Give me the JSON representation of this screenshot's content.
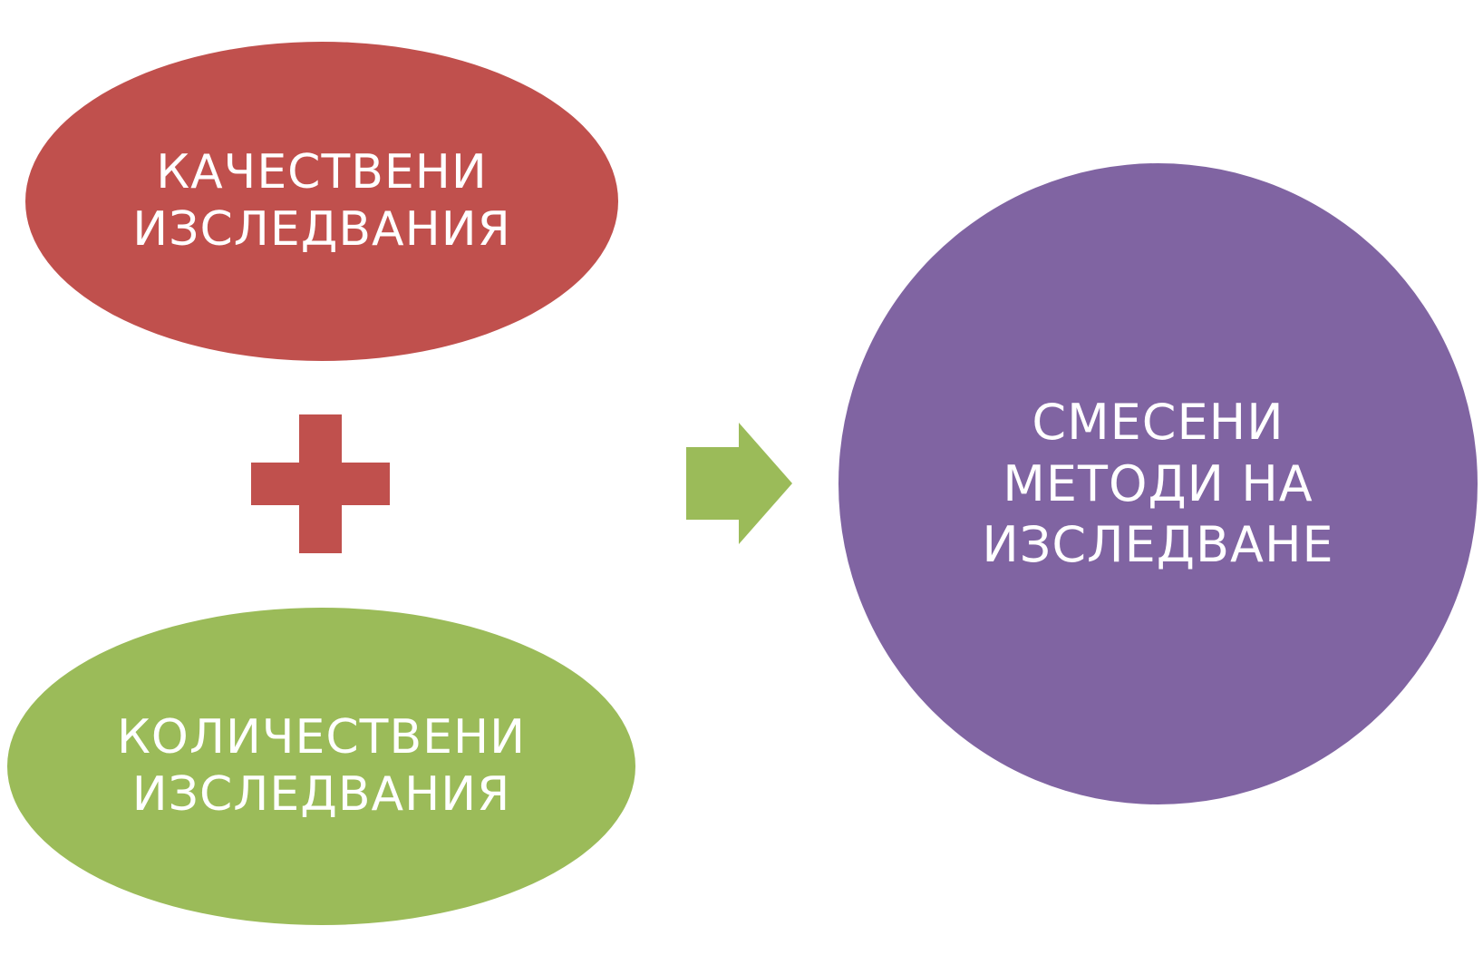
{
  "diagram": {
    "qualitative": {
      "label": "КАЧЕСТВЕНИ\nИЗСЛЕДВАНИЯ",
      "color": "#c0504d"
    },
    "plus": {
      "color": "#c0504d"
    },
    "quantitative": {
      "label": "КОЛИЧЕСТВЕНИ\nИЗСЛЕДВАНИЯ",
      "color": "#9bbb59"
    },
    "arrow": {
      "color": "#9bbb59"
    },
    "mixed": {
      "label": "СМЕСЕНИ\nМЕТОДИ НА\nИЗСЛЕДВАНЕ",
      "color": "#8064a2"
    },
    "background_color": "#ffffff"
  }
}
